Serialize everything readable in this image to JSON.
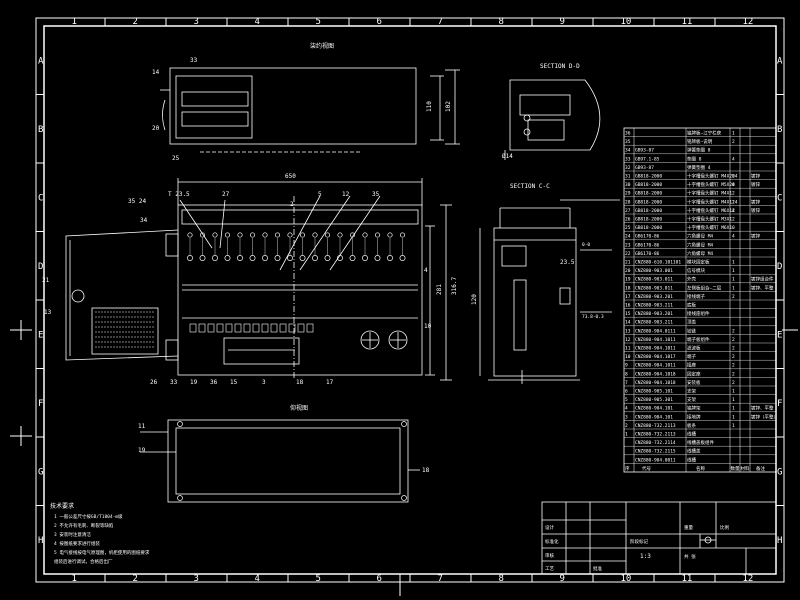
{
  "colors": {
    "background": "#000000",
    "line": "#ffffff",
    "bom": "#ffffff"
  },
  "zones": {
    "columns": [
      "1",
      "2",
      "3",
      "4",
      "5",
      "6",
      "7",
      "8",
      "9",
      "10",
      "11",
      "12"
    ],
    "rows": [
      "A",
      "B",
      "C",
      "D",
      "E",
      "F",
      "G",
      "H"
    ]
  },
  "labels": {
    "section_dd": "SECTION D-D",
    "section_cc": "SECTION C-C",
    "top_view_title": "柒约视图",
    "bottom_view_title": "仰视图"
  },
  "dims": {
    "overall_width": "650",
    "dim_top_left": "T 23.5",
    "height_right_a": "110",
    "height_right_b": "102",
    "height_main_a": "281",
    "height_main_b": "316.7",
    "hole": "Ø14",
    "section_w": "120",
    "section_h": "23.5",
    "section_note1": "0-0",
    "section_note2": "73.8-0.3"
  },
  "callouts": {
    "main": [
      "35 24",
      "34",
      "21",
      "12",
      "27",
      "2",
      "5",
      "13",
      "35",
      "4",
      "10",
      "17",
      "18",
      "15",
      "26",
      "33",
      "19",
      "36",
      "3"
    ],
    "top": [
      "14",
      "33",
      "20",
      "25"
    ],
    "bottom": [
      "11",
      "19",
      "18"
    ]
  },
  "notes": {
    "title": "技术要求",
    "lines": [
      "1  一般公差尺寸按GB/T1804-m级",
      "2  不允许有毛刺、断裂等缺陷",
      "3  安装时注意清洁",
      "4  按图纸要求进行组装",
      "5  电气接线按电气原理图，机柜使用的图纸要求",
      "   组装后进行调试，合格后出厂"
    ]
  },
  "bom": {
    "rows": [
      {
        "no": "36",
        "code": "",
        "name": "铭牌板—江宁栏获",
        "qty": "1",
        "mat": "",
        "note": ""
      },
      {
        "no": "35",
        "code": "",
        "name": "铭牌板—说明",
        "qty": "2",
        "mat": "",
        "note": ""
      },
      {
        "no": "34",
        "code": "GB93-87",
        "name": "弹簧垫圈 8",
        "qty": "",
        "mat": "",
        "note": ""
      },
      {
        "no": "33",
        "code": "GB97.1-85",
        "name": "垫圈 8",
        "qty": "4",
        "mat": "",
        "note": ""
      },
      {
        "no": "32",
        "code": "GB93-87",
        "name": "弹簧垫圈 4",
        "qty": "",
        "mat": "",
        "note": ""
      },
      {
        "no": "31",
        "code": "GB818-2000",
        "name": "十字槽盘头螺钉 M4X20",
        "qty": "24",
        "mat": "",
        "note": "镀锌"
      },
      {
        "no": "30",
        "code": "GB818-2000",
        "name": "十字槽盘头螺钉 M5X20",
        "qty": "4",
        "mat": "",
        "note": "镀锌"
      },
      {
        "no": "29",
        "code": "GB818-2000",
        "name": "十字槽盘头螺钉 M4X12",
        "qty": "",
        "mat": "",
        "note": ""
      },
      {
        "no": "28",
        "code": "GB818-2000",
        "name": "十字槽盘头螺钉 M4X12",
        "qty": "24",
        "mat": "",
        "note": "镀锌"
      },
      {
        "no": "27",
        "code": "GB818-2000",
        "name": "十字槽盘头螺钉 M6X12",
        "qty": "4",
        "mat": "",
        "note": "镀锌"
      },
      {
        "no": "26",
        "code": "GB818-2000",
        "name": "十字槽盘头螺钉 M3X12",
        "qty": "",
        "mat": "",
        "note": ""
      },
      {
        "no": "25",
        "code": "GB818-2000",
        "name": "十字槽盘头螺钉 M6X10",
        "qty": "",
        "mat": "",
        "note": ""
      },
      {
        "no": "24",
        "code": "GB6170-86",
        "name": "六角螺母 M4",
        "qty": "4",
        "mat": "",
        "note": "镀锌"
      },
      {
        "no": "23",
        "code": "GB6170-86",
        "name": "六角螺母 M4",
        "qty": "",
        "mat": "",
        "note": ""
      },
      {
        "no": "22",
        "code": "GB6170-86",
        "name": "六角螺母 M4",
        "qty": "",
        "mat": "",
        "note": ""
      },
      {
        "no": "21",
        "code": "CNZ880-610.101101",
        "name": "模块固定板",
        "qty": "1",
        "mat": "",
        "note": ""
      },
      {
        "no": "20",
        "code": "CNZ880-903.001",
        "name": "信号模块",
        "qty": "1",
        "mat": "",
        "note": ""
      },
      {
        "no": "19",
        "code": "CNZ880-903.011",
        "name": "外壳",
        "qty": "1",
        "mat": "",
        "note": "镀锌组合件"
      },
      {
        "no": "18",
        "code": "CNZ880-903.011",
        "name": "左侧板组合—二层",
        "qty": "1",
        "mat": "",
        "note": "镀锌、平整"
      },
      {
        "no": "17",
        "code": "CNZ880-903.201",
        "name": "接线端子",
        "qty": "2",
        "mat": "",
        "note": ""
      },
      {
        "no": "16",
        "code": "CNZ880-903.211",
        "name": "底板",
        "qty": "",
        "mat": "",
        "note": ""
      },
      {
        "no": "15",
        "code": "CNZ880-903.201",
        "name": "接线座组件",
        "qty": "",
        "mat": "",
        "note": ""
      },
      {
        "no": "14",
        "code": "CNZ880-903.211",
        "name": "顶盖",
        "qty": "",
        "mat": "",
        "note": ""
      },
      {
        "no": "13",
        "code": "CNZ880-904.0111",
        "name": "铰链",
        "qty": "2",
        "mat": "",
        "note": ""
      },
      {
        "no": "12",
        "code": "CNZ880-904.1011",
        "name": "端子板组件",
        "qty": "2",
        "mat": "",
        "note": ""
      },
      {
        "no": "11",
        "code": "CNZ880-904.1011",
        "name": "滤波板",
        "qty": "2",
        "mat": "",
        "note": ""
      },
      {
        "no": "10",
        "code": "CNZ880-904.1017",
        "name": "端子",
        "qty": "2",
        "mat": "",
        "note": ""
      },
      {
        "no": "9",
        "code": "CNZ880-904.1011",
        "name": "插座",
        "qty": "2",
        "mat": "",
        "note": ""
      },
      {
        "no": "8",
        "code": "CNZ880-904.1018",
        "name": "固定座",
        "qty": "2",
        "mat": "",
        "note": ""
      },
      {
        "no": "7",
        "code": "CNZ880-904.1018",
        "name": "安装板",
        "qty": "2",
        "mat": "",
        "note": ""
      },
      {
        "no": "6",
        "code": "CNZ880-905.101",
        "name": "支架",
        "qty": "1",
        "mat": "",
        "note": ""
      },
      {
        "no": "5",
        "code": "CNZ880-905.301",
        "name": "支架",
        "qty": "1",
        "mat": "",
        "note": ""
      },
      {
        "no": "4",
        "code": "CNZ880-904.101",
        "name": "铭牌架",
        "qty": "1",
        "mat": "",
        "note": "镀锌、平整"
      },
      {
        "no": "3",
        "code": "CNZ880-904.101",
        "name": "接地牌",
        "qty": "1",
        "mat": "",
        "note": "镀锌（平整）"
      },
      {
        "no": "2",
        "code": "CNZ880-732.2113",
        "name": "板条",
        "qty": "1",
        "mat": "",
        "note": ""
      },
      {
        "no": "1",
        "code": "CNZ880-732.2113",
        "name": "线槽",
        "qty": "",
        "mat": "",
        "note": ""
      },
      {
        "no": "",
        "code": "CNZ880-732.2114",
        "name": "线槽盖板组件",
        "qty": "",
        "mat": "",
        "note": ""
      },
      {
        "no": "",
        "code": "CNZ880-732.2115",
        "name": "线槽盖",
        "qty": "",
        "mat": "",
        "note": ""
      },
      {
        "no": "",
        "code": "CNZ880-904.0011",
        "name": "线槽",
        "qty": "",
        "mat": "",
        "note": ""
      }
    ],
    "header": {
      "no": "序",
      "code": "代号",
      "name": "名称",
      "qty": "数量",
      "mat": "材料",
      "note": "备注"
    }
  },
  "title_block": {
    "scale": "1:3",
    "sheet": "共 张",
    "cells": [
      "设计",
      "标准化",
      "审核",
      "工艺",
      "批准",
      "阶段标记",
      "重量",
      "比例"
    ]
  }
}
